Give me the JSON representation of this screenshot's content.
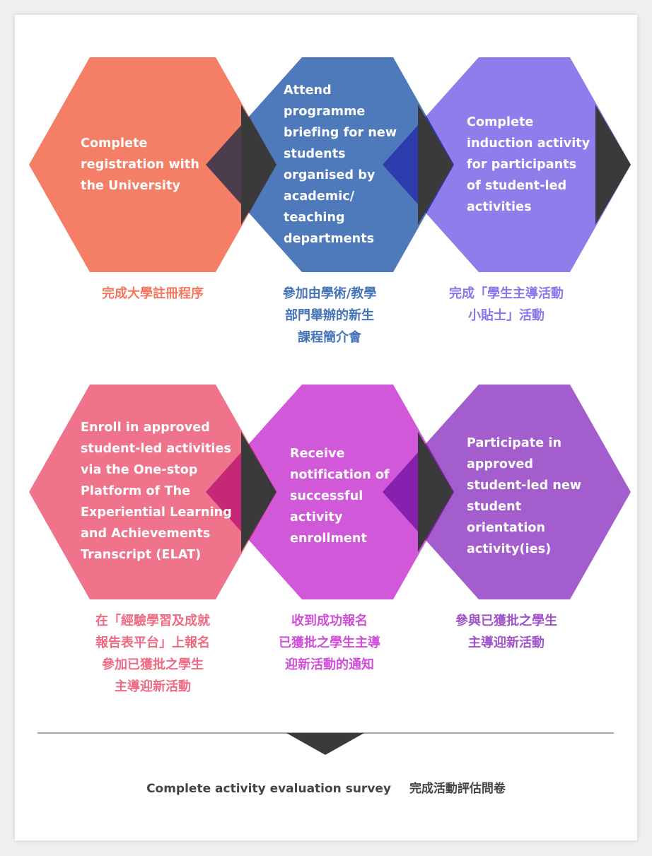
{
  "colors": {
    "step1": "#f4775f",
    "step2": "#4573b7",
    "step3": "#8a76ea",
    "step4": "#ee6b84",
    "step5": "#d04fd8",
    "step6": "#9f54c9",
    "arrow": "#3a3a3a",
    "divider": "#8a8a8a"
  },
  "steps": [
    {
      "en": "Complete\nregistration with\nthe University",
      "zh": "完成大學註冊程序"
    },
    {
      "en": "Attend\nprogramme\nbriefing for new\nstudents\norganised by\nacademic/\nteaching\ndepartments",
      "zh": "參加由學術/教學\n部門舉辦的新生\n課程簡介會"
    },
    {
      "en": "Complete\ninduction activity\nfor participants\nof student-led\nactivities",
      "zh": "完成「學生主導活動\n小貼士」活動"
    },
    {
      "en": "Enroll in approved\nstudent-led activities\nvia the One-stop\nPlatform of The\nExperiential Learning\nand Achievements\nTranscript (ELAT)",
      "zh": "在「經驗學習及成就\n報告表平台」上報名\n參加已獲批之學生\n主導迎新活動"
    },
    {
      "en": "Receive\nnotification of\nsuccessful\nactivity\nenrollment",
      "zh": "收到成功報名\n已獲批之學生主導\n迎新活動的通知"
    },
    {
      "en": "Participate in\napproved\nstudent-led new\nstudent\norientation\nactivity(ies)",
      "zh": "參與已獲批之學生\n主導迎新活動"
    }
  ],
  "footer": {
    "en": "Complete activity evaluation survey",
    "zh": "完成活動評估問卷"
  }
}
